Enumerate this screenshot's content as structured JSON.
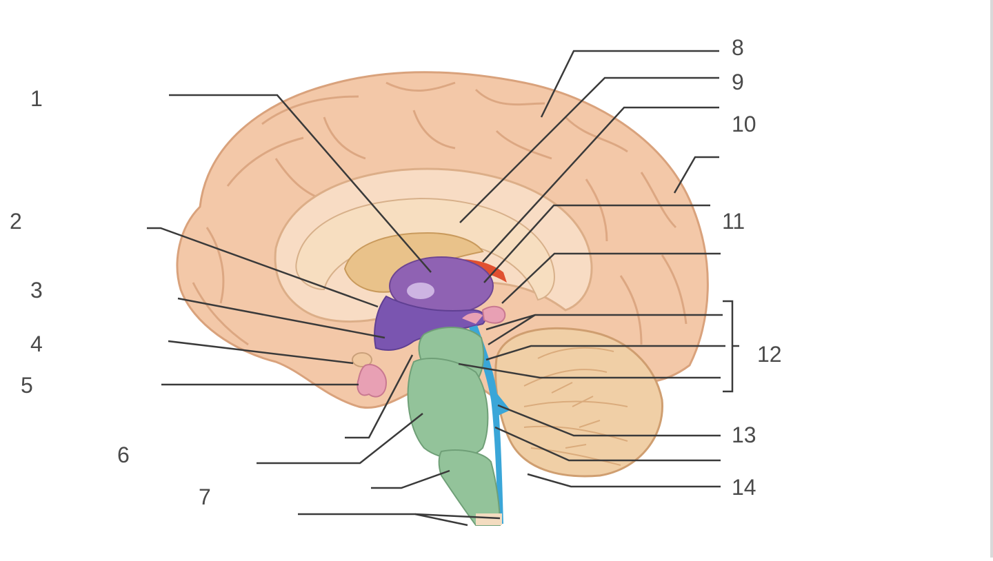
{
  "diagram": {
    "labels": [
      "1",
      "2",
      "3",
      "4",
      "5",
      "6",
      "7",
      "8",
      "9",
      "10",
      "11",
      "12",
      "13",
      "14"
    ]
  },
  "colors": {
    "brain_outer": "#f3c8a8",
    "brain_inner": "#f8dcc4",
    "corpus": "#f7dec0",
    "fornix": "#e9c28a",
    "thalamus": "#8f62b3",
    "hypothalamus": "#7a55b0",
    "pineal": "#e8a0b4",
    "brainstem": "#93c39a",
    "ventricle": "#3aa6d8",
    "cerebellum": "#f0cfa6",
    "choroid": "#e05030",
    "leader": "#3a3a3a"
  }
}
